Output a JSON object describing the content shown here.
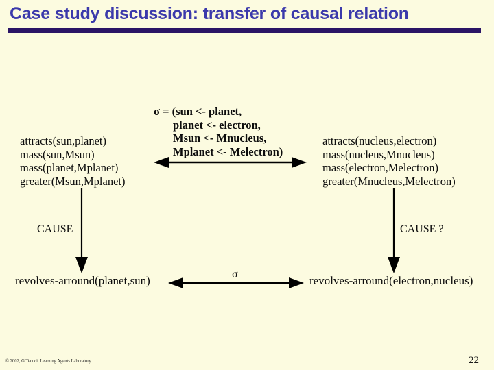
{
  "slide": {
    "title": "Case study discussion: transfer of causal relation",
    "background_color": "#fcfbe0",
    "title_color": "#3b39ab",
    "rule_color": "#2a1466"
  },
  "diagram": {
    "left_premises": [
      "attracts(sun,planet)",
      "mass(sun,Msun)",
      "mass(planet,Mplanet)",
      "greater(Msun,Mplanet)"
    ],
    "right_premises": [
      "attracts(nucleus,electron)",
      "mass(nucleus,Mnucleus)",
      "mass(electron,Melectron)",
      "greater(Mnucleus,Melectron)"
    ],
    "substitution": [
      "σ = (sun <- planet,",
      "planet <- electron,",
      "Msun <- Mnucleus,",
      "Mplanet <- Melectron)"
    ],
    "left_conclusion": "revolves-arround(planet,sun)",
    "right_conclusion": "revolves-arround(electron,nucleus)",
    "cause_left_label": "CAUSE",
    "cause_right_label": "CAUSE ?",
    "bottom_arrow_label": "σ"
  },
  "footer": {
    "copyright": "© 2002, G.Tecuci, Learning Agents Laboratory",
    "page_number": "22"
  }
}
